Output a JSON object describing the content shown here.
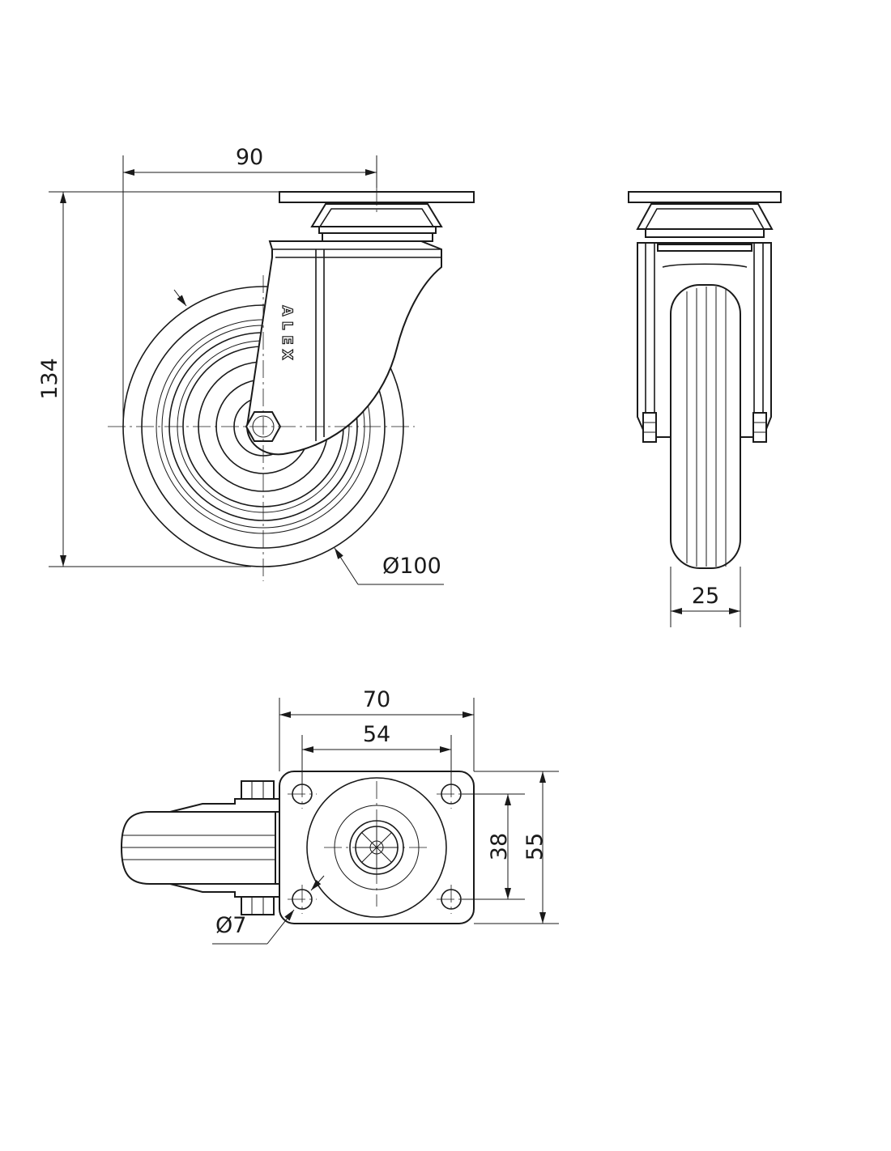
{
  "front_view": {
    "dim_width": "90",
    "dim_height": "134",
    "dim_wheel_diameter": "Ø100",
    "brand_letters": [
      "A",
      "L",
      "E",
      "X"
    ]
  },
  "side_view": {
    "dim_wheel_width": "25"
  },
  "top_view": {
    "dim_plate_width": "70",
    "dim_hole_spacing_x": "54",
    "dim_hole_spacing_y": "38",
    "dim_plate_depth": "55",
    "dim_hole_diameter": "Ø7"
  }
}
